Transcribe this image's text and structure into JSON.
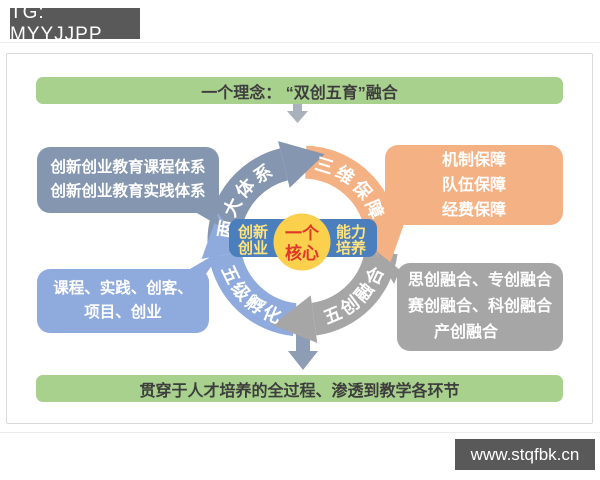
{
  "header": {
    "tg_badge": "TG: MYYJJPP"
  },
  "footer": {
    "watermark": "www.stqfbk.cn"
  },
  "banners": {
    "top": "一个理念： “双创五育”融合",
    "bottom": "贯穿于人才培养的全过程、渗透到教学各环节"
  },
  "core": {
    "circle_line1": "一个",
    "circle_line2": "核心",
    "left_line1": "创新",
    "left_line2": "创业",
    "right_line1": "能力",
    "right_line2": "培养"
  },
  "ring": {
    "flow": "clockwise",
    "segments": [
      {
        "id": "two-systems",
        "label": "两大体系",
        "color": "#8496b0"
      },
      {
        "id": "three-guarantees",
        "label": "三维保障",
        "color": "#f4b183"
      },
      {
        "id": "five-integration",
        "label": "五创融合",
        "color": "#a6a6a6"
      },
      {
        "id": "five-incubation",
        "label": "五级孵化",
        "color": "#8faadc"
      }
    ]
  },
  "boxes": {
    "top_left": {
      "color": "#8496b0",
      "lines": [
        "创新创业教育课程体系",
        "创新创业教育实践体系"
      ]
    },
    "top_right": {
      "color": "#f4b183",
      "lines": [
        "机制保障",
        "队伍保障",
        "经费保障"
      ]
    },
    "bottom_left": {
      "color": "#8faadc",
      "lines": [
        "课程、实践、创客、",
        "项目、创业"
      ]
    },
    "bottom_right": {
      "color": "#a6a6a6",
      "lines": [
        "思创融合、专创融合",
        "赛创融合、科创融合",
        "产创融合"
      ]
    }
  },
  "colors": {
    "banner_green": "#a9d18e",
    "banner_text": "#3d3d3d",
    "core_bar_blue": "#4a7ebd",
    "core_circle_yellow": "#fbd04d",
    "core_circle_text_red": "#df372a",
    "core_bar_text_yellow": "#ffe37c",
    "badge_bg": "#595959",
    "card_border": "#d9d9d9",
    "connector_gray": "#a9b1bd",
    "connector_blue_gray": "#8d9db6"
  }
}
